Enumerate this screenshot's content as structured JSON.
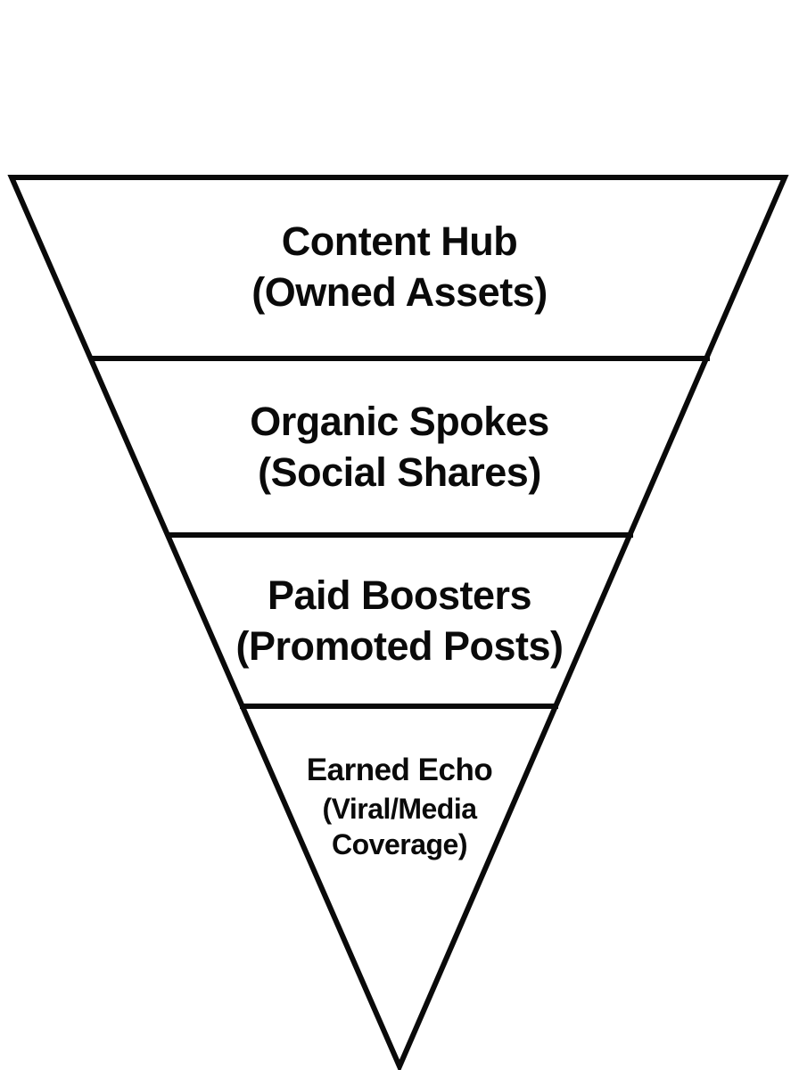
{
  "diagram": {
    "kind": "inverted-pyramid-funnel",
    "colors": {
      "background": "#ffffff",
      "stroke": "#0a0a0a",
      "text": "#0a0a0a"
    },
    "levels": [
      {
        "title": "Content Hub",
        "subtitle": "(Owned Assets)"
      },
      {
        "title": "Organic Spokes",
        "subtitle": "(Social Shares)"
      },
      {
        "title": "Paid Boosters",
        "subtitle": "(Promoted Posts)"
      },
      {
        "title": "Earned Echo",
        "subtitle": "(Viral/Media Coverage)"
      }
    ]
  }
}
